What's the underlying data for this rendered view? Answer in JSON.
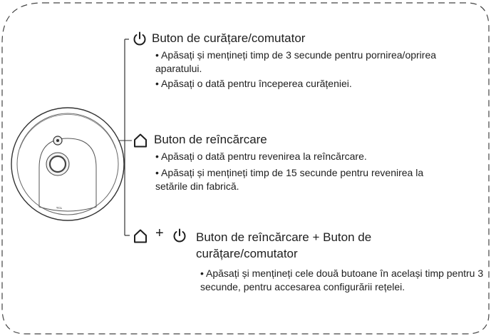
{
  "sections": [
    {
      "icon": "power-icon",
      "title": "Buton de curățare/comutator",
      "bullets": [
        "• Apăsați și mențineți timp de 3 secunde pentru pornirea/oprirea aparatului.",
        "• Apăsați o dată pentru începerea curățeniei."
      ]
    },
    {
      "icon": "home-icon",
      "title": "Buton de reîncărcare",
      "bullets": [
        "• Apăsați o dată pentru revenirea la reîncărcare.",
        "• Apăsați și mențineți timp de 15 secunde pentru revenirea la setările din fabrică."
      ]
    },
    {
      "icon": "home-plus-power-icon",
      "plus": "+",
      "title_line1": "Buton de reîncărcare + Buton de",
      "title_line2": "curățare/comutator",
      "bullets": [
        "• Apăsați și mențineți cele două butoane în același timp pentru 3 secunde, pentru accesarea configurării rețelei."
      ]
    }
  ],
  "robot": {
    "brand": "TCL"
  }
}
